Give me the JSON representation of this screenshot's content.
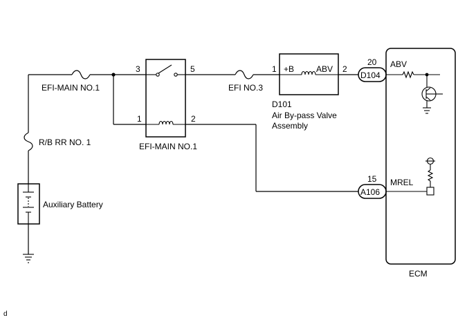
{
  "fuses": {
    "efi_main": "EFI-MAIN NO.1",
    "efi_no3": "EFI NO.3",
    "rb_rr": "R/B RR NO. 1"
  },
  "battery": {
    "label": "Auxiliary Battery"
  },
  "relay": {
    "label": "EFI-MAIN NO.1",
    "pins": [
      "3",
      "5",
      "1",
      "2"
    ]
  },
  "valve": {
    "code": "D101",
    "name_line1": "Air By-pass Valve",
    "name_line2": "Assembly",
    "pin_left": "1",
    "pin_right": "2",
    "term_left": "+B",
    "term_right": "ABV"
  },
  "connectors": {
    "d104": {
      "code": "D104",
      "pin": "20"
    },
    "a106": {
      "code": "A106",
      "pin": "15"
    }
  },
  "ecm": {
    "label": "ECM",
    "signal_abv": "ABV",
    "signal_mrel": "MREL"
  },
  "footer": {
    "mark": "d"
  }
}
